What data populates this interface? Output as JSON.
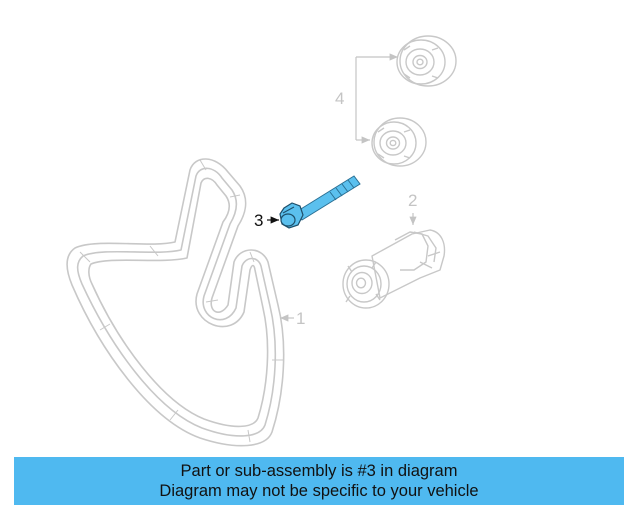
{
  "diagram": {
    "callouts": {
      "belt": "1",
      "tensioner": "2",
      "bolt": "3",
      "pulleys": "4"
    },
    "highlight_color": "#5bc0ee",
    "ghost_color": "#c8c8c8"
  },
  "footer": {
    "line1": "Part or sub-assembly is #3 in diagram",
    "line2": "Diagram may not be specific to your vehicle",
    "background": "#4fb9f0"
  }
}
